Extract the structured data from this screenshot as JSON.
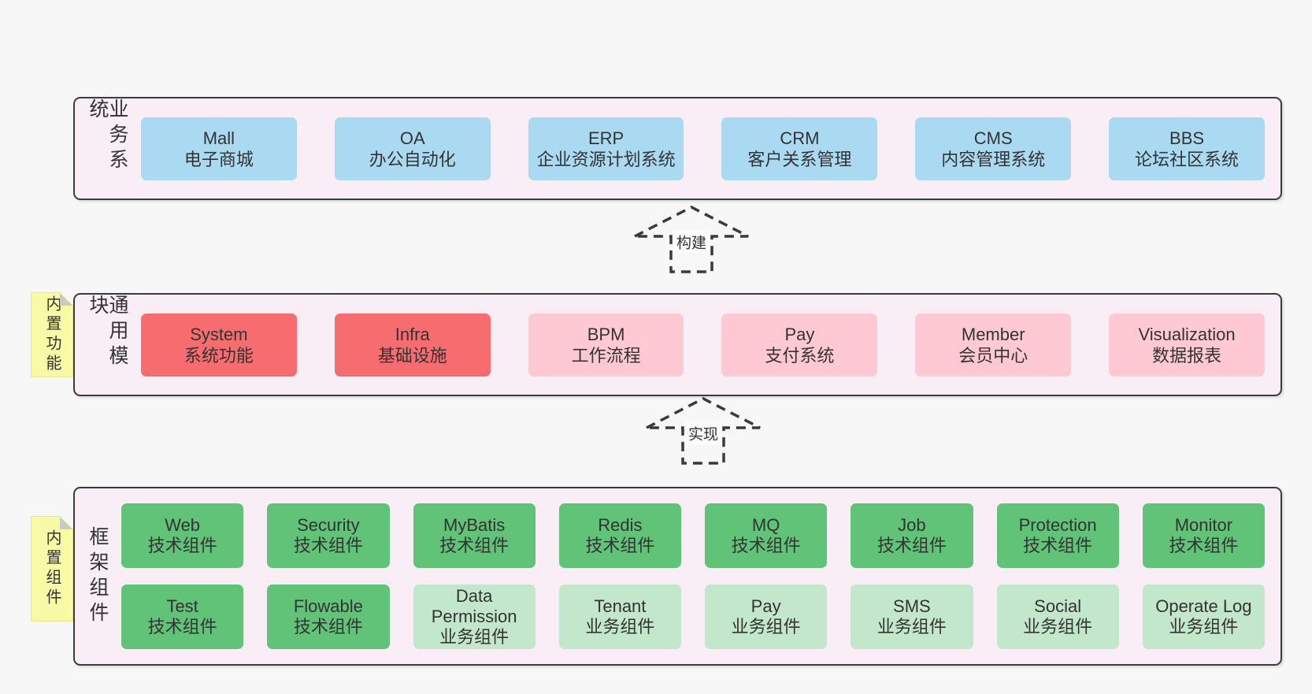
{
  "diagram": {
    "arrows": [
      {
        "label": "构建"
      },
      {
        "label": "实现"
      }
    ],
    "colors": {
      "page_background": "#f7f7f7",
      "layer_background": "#f9edf6",
      "layer_border": "#3b3b3b",
      "business_box": "#aad9f2",
      "core_module_box": "#f76d6f",
      "optional_module_box": "#fec9d3",
      "tech_component_box": "#61c378",
      "biz_component_box": "#c3e7ca",
      "note_background": "#f9faa5",
      "note_fold": "#c9c9c9",
      "text": "#333333"
    }
  },
  "layers": [
    {
      "label": "业务系统",
      "boxes": [
        {
          "name": "Mall",
          "subtitle": "电子商城"
        },
        {
          "name": "OA",
          "subtitle": "办公自动化"
        },
        {
          "name": "ERP",
          "subtitle": "企业资源计划系统"
        },
        {
          "name": "CRM",
          "subtitle": "客户关系管理"
        },
        {
          "name": "CMS",
          "subtitle": "内容管理系统"
        },
        {
          "name": "BBS",
          "subtitle": "论坛社区系统"
        }
      ]
    },
    {
      "label": "通用模块",
      "note": "内置功能",
      "boxes": [
        {
          "name": "System",
          "subtitle": "系统功能"
        },
        {
          "name": "Infra",
          "subtitle": "基础设施"
        },
        {
          "name": "BPM",
          "subtitle": "工作流程"
        },
        {
          "name": "Pay",
          "subtitle": "支付系统"
        },
        {
          "name": "Member",
          "subtitle": "会员中心"
        },
        {
          "name": "Visualization",
          "subtitle": "数据报表"
        }
      ]
    },
    {
      "label": "框架组件",
      "note": "内置组件",
      "rows": [
        [
          {
            "name": "Web",
            "subtitle": "技术组件"
          },
          {
            "name": "Security",
            "subtitle": "技术组件"
          },
          {
            "name": "MyBatis",
            "subtitle": "技术组件"
          },
          {
            "name": "Redis",
            "subtitle": "技术组件"
          },
          {
            "name": "MQ",
            "subtitle": "技术组件"
          },
          {
            "name": "Job",
            "subtitle": "技术组件"
          },
          {
            "name": "Protection",
            "subtitle": "技术组件"
          },
          {
            "name": "Monitor",
            "subtitle": "技术组件"
          }
        ],
        [
          {
            "name": "Test",
            "subtitle": "技术组件"
          },
          {
            "name": "Flowable",
            "subtitle": "技术组件"
          },
          {
            "name": "Data Permission",
            "subtitle": "业务组件"
          },
          {
            "name": "Tenant",
            "subtitle": "业务组件"
          },
          {
            "name": "Pay",
            "subtitle": "业务组件"
          },
          {
            "name": "SMS",
            "subtitle": "业务组件"
          },
          {
            "name": "Social",
            "subtitle": "业务组件"
          },
          {
            "name": "Operate Log",
            "subtitle": "业务组件"
          }
        ]
      ]
    }
  ]
}
